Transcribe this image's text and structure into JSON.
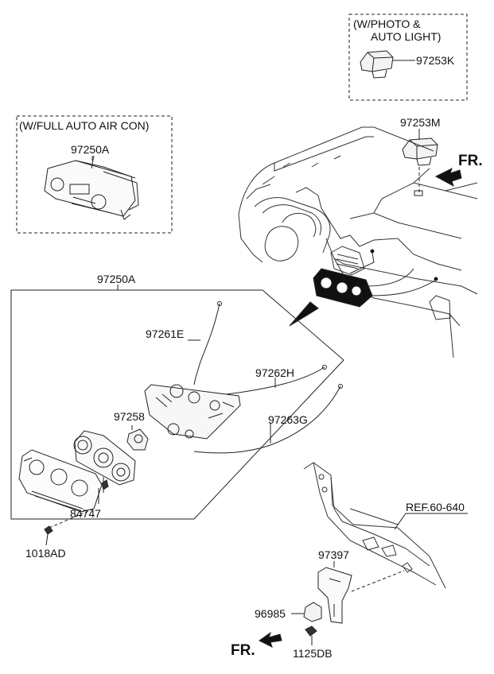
{
  "boxes": {
    "photo_auto_light": {
      "line1": "(W/PHOTO &",
      "line2": "AUTO LIGHT)"
    },
    "full_auto_aircon": {
      "line1": "(W/FULL AUTO AIR CON)"
    }
  },
  "parts": {
    "p97253K": "97253K",
    "p97253M": "97253M",
    "p97250A_box": "97250A",
    "p97250A_main": "97250A",
    "p97261E": "97261E",
    "p97262H": "97262H",
    "p97258": "97258",
    "p97263G": "97263G",
    "p84747": "84747",
    "p1018AD": "1018AD",
    "p97397": "97397",
    "p96985": "96985",
    "p1125DB": "1125DB"
  },
  "references": {
    "ref": "REF.60-640"
  },
  "direction": {
    "fr_top": "FR.",
    "fr_bottom": "FR."
  }
}
